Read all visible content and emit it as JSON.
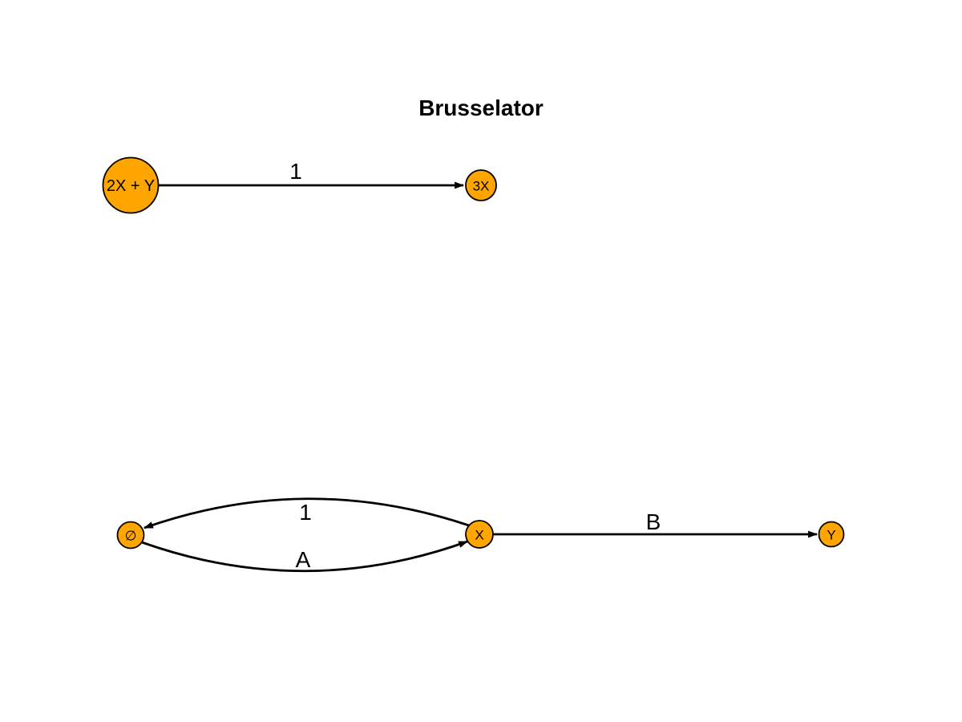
{
  "title": "Brusselator",
  "colors": {
    "background": "#FFFFFF",
    "node_fill": "#FFA500",
    "node_stroke": "#000000",
    "edge_color": "#000000",
    "text_color": "#000000"
  },
  "nodes": [
    {
      "id": "reactants-2x-plus-y",
      "label": "2X + Y"
    },
    {
      "id": "product-3x",
      "label": "3X"
    },
    {
      "id": "empty-set",
      "label": "∅"
    },
    {
      "id": "species-x",
      "label": "X"
    },
    {
      "id": "species-y",
      "label": "Y"
    }
  ],
  "edges": [
    {
      "from": "2X + Y",
      "to": "3X",
      "label": "1"
    },
    {
      "from": "X",
      "to": "∅",
      "label": "1"
    },
    {
      "from": "∅",
      "to": "X",
      "label": "A"
    },
    {
      "from": "X",
      "to": "Y",
      "label": "B"
    }
  ]
}
